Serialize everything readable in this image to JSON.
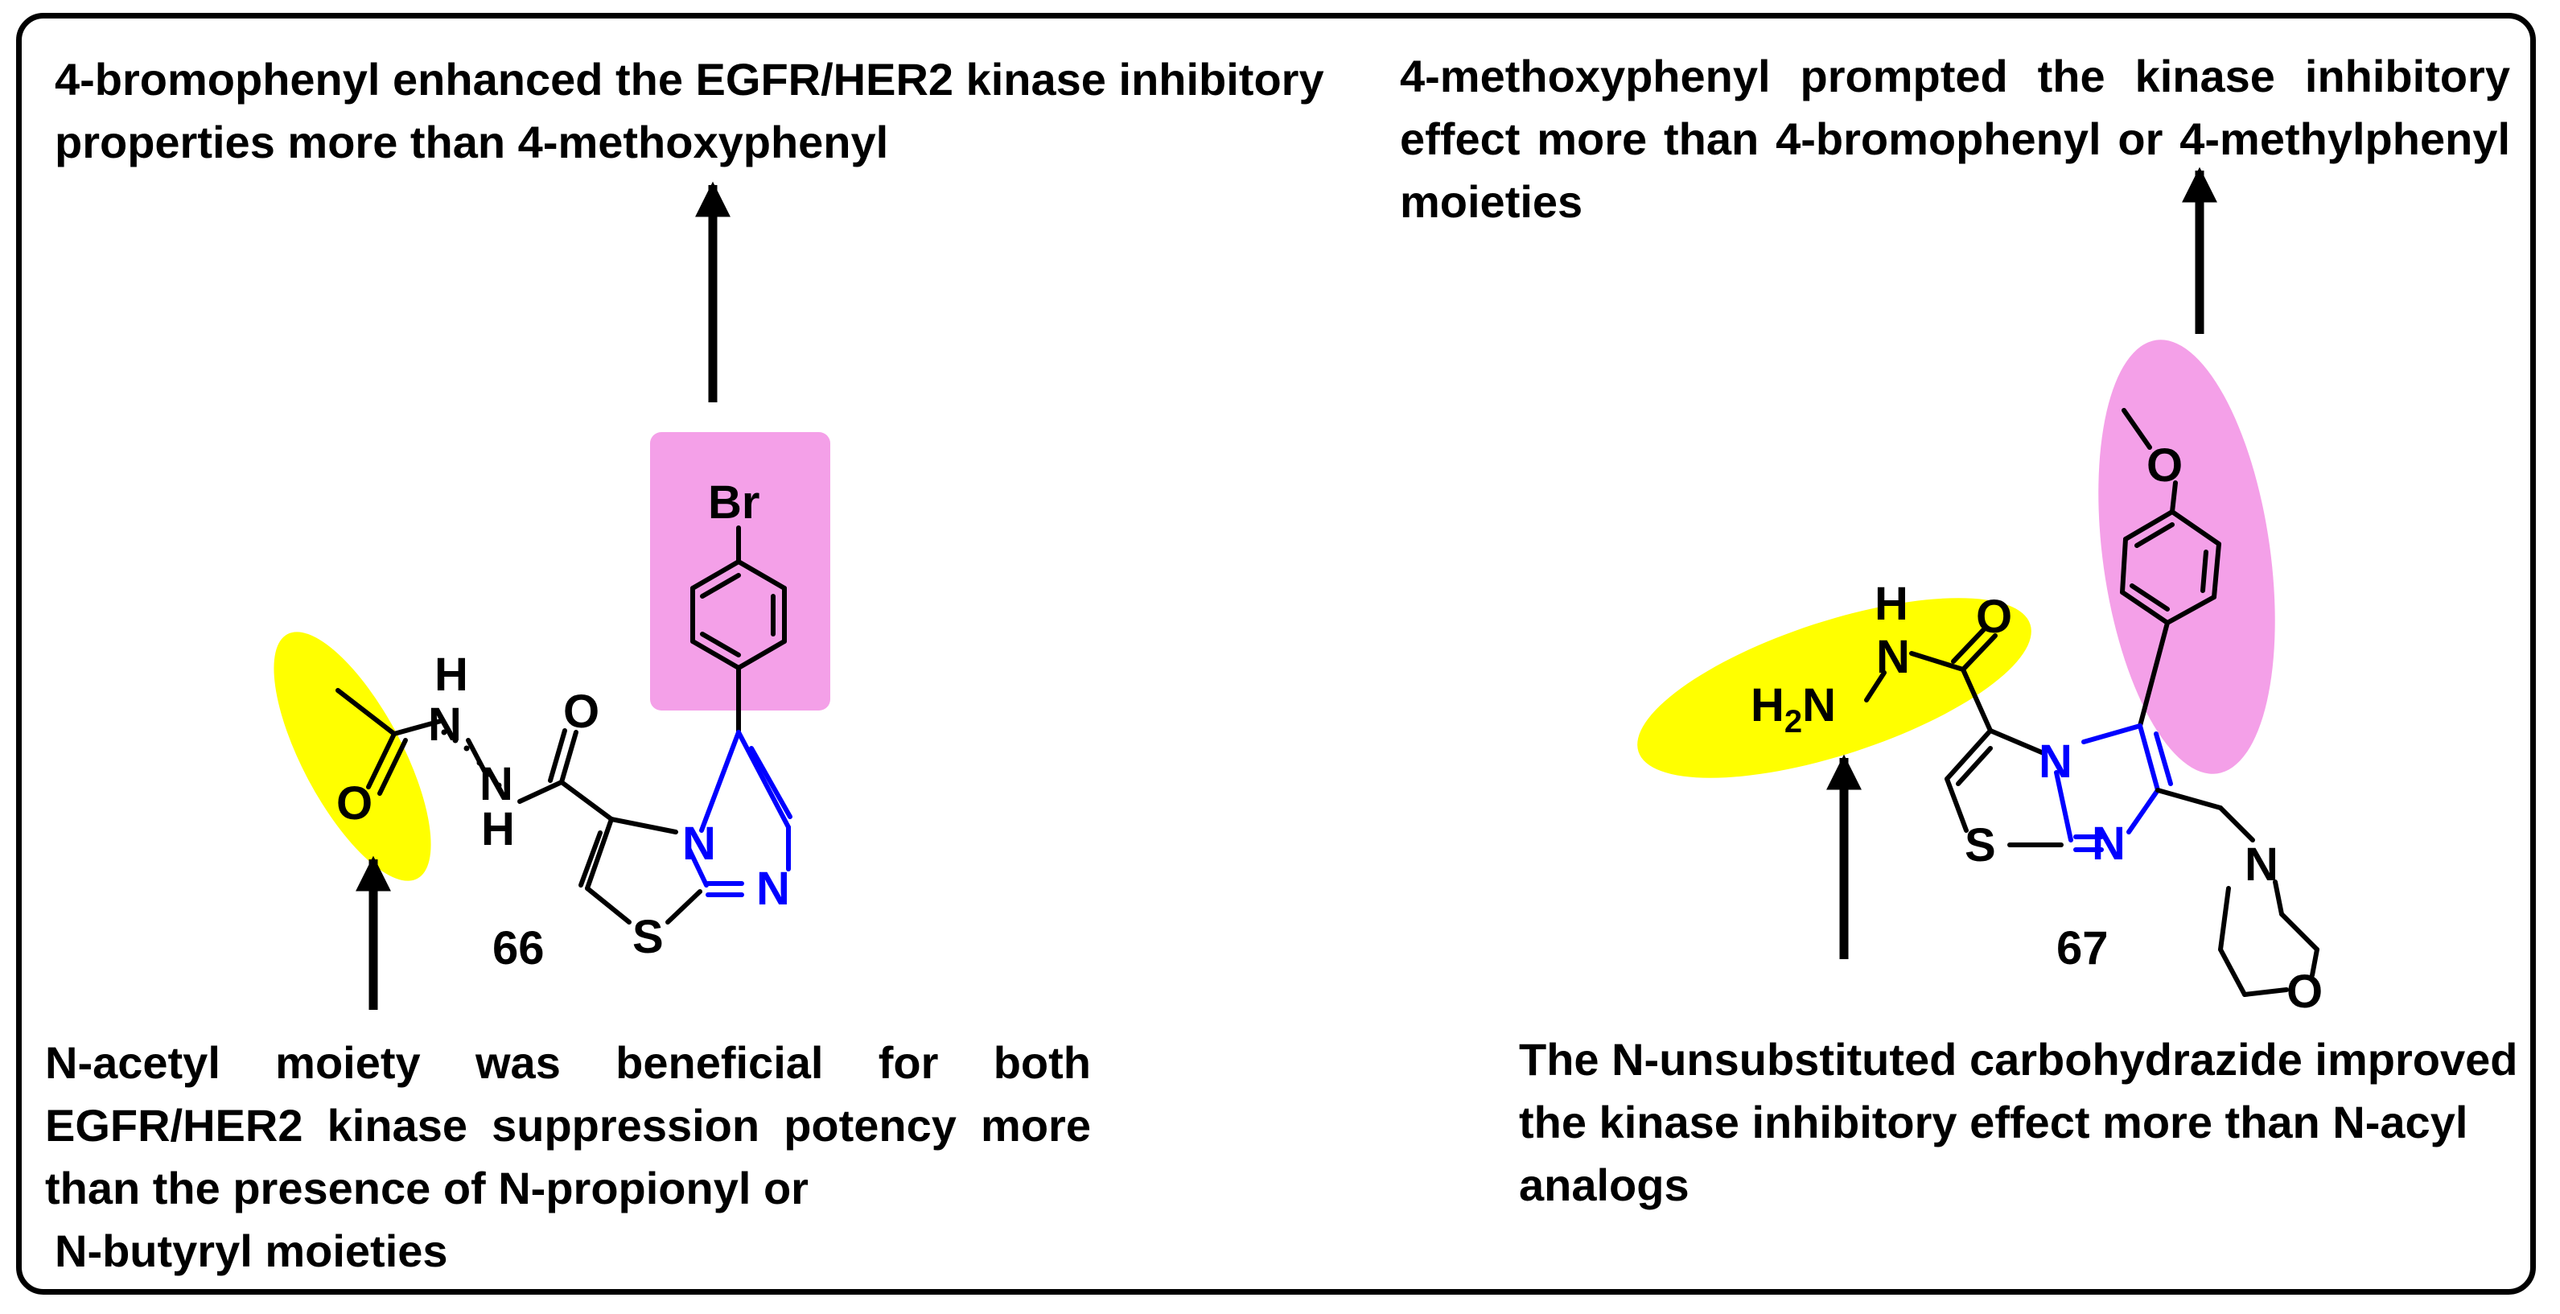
{
  "notes": {
    "top_left": "4-bromophenyl enhanced the EGFR/HER2 kinase inhibitory properties more than 4-methoxyphenyl",
    "top_right": "4-methoxyphenyl prompted the kinase inhibitory effect more than 4-bromophenyl or 4-methylphenyl moieties",
    "bottom_left": "N-acetyl moiety was beneficial for both EGFR/HER2 kinase suppression potency more than the presence of N-propionyl or",
    "bottom_left_last": "N-butyryl moieties",
    "bottom_right": "The N-unsubstituted carbohydrazide improved the kinase inhibitory effect more than N-acyl analogs"
  },
  "compounds": {
    "left_id": "66",
    "right_id": "67"
  },
  "atoms": {
    "br": "Br",
    "o": "O",
    "n": "N",
    "h": "H",
    "s": "S",
    "h2": "H",
    "h2_sub": "2"
  },
  "colors": {
    "heteroring_bonds": "#0000ff",
    "highlight_yellow": "#ffff00",
    "highlight_pink": "#f4a0e8",
    "text": "#000000"
  }
}
